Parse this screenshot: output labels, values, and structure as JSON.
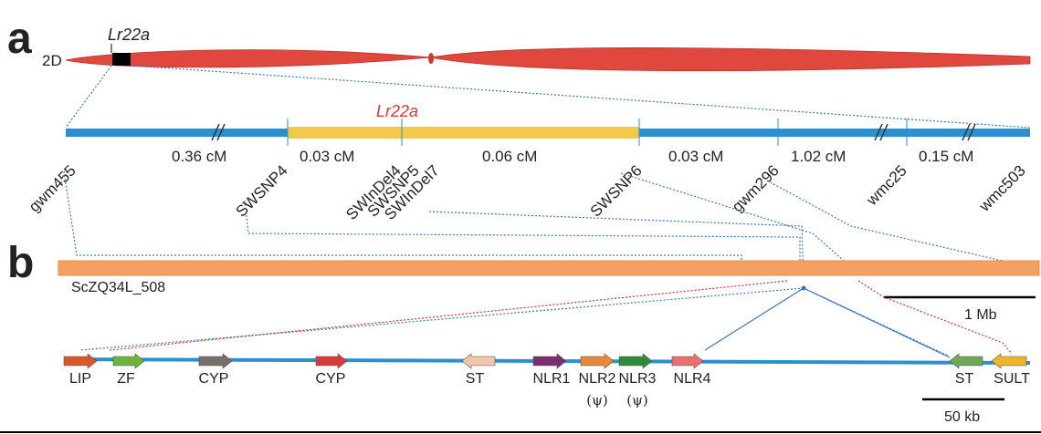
{
  "panel_a": {
    "letter": "a",
    "chromosome_label": "2D",
    "gene_label": "Lr22a",
    "map_gene_label": "Lr22a",
    "intervals": [
      "0.36 cM",
      "0.03 cM",
      "0.06 cM",
      "0.03 cM",
      "1.02 cM",
      "0.15 cM"
    ],
    "markers": [
      "gwm455",
      "SWSNP4",
      "SWInDel4",
      "SWSNP5",
      "SWInDel7",
      "SWSNP6",
      "gwm296",
      "wmc25",
      "wmc503"
    ]
  },
  "panel_b": {
    "letter": "b",
    "contig_label": "ScZQ34L_508",
    "scale_1": "1 Mb",
    "scale_2": "50 kb",
    "genes": [
      {
        "label": "LIP",
        "sub": "",
        "color": "#d9582a",
        "dir": "right"
      },
      {
        "label": "ZF",
        "sub": "",
        "color": "#6fb43a",
        "dir": "right"
      },
      {
        "label": "CYP",
        "sub": "",
        "color": "#7a6e68",
        "dir": "right"
      },
      {
        "label": "CYP",
        "sub": "",
        "color": "#d83a3a",
        "dir": "right"
      },
      {
        "label": "ST",
        "sub": "",
        "color": "#f4c4a8",
        "dir": "left"
      },
      {
        "label": "NLR1",
        "sub": "",
        "color": "#7a2e6e",
        "dir": "right"
      },
      {
        "label": "NLR2",
        "sub": "(ψ)",
        "color": "#e8873a",
        "dir": "right"
      },
      {
        "label": "NLR3",
        "sub": "(ψ)",
        "color": "#2e8a3a",
        "dir": "right"
      },
      {
        "label": "NLR4",
        "sub": "",
        "color": "#ec7070",
        "dir": "right"
      },
      {
        "label": "ST",
        "sub": "",
        "color": "#6fa858",
        "dir": "left"
      },
      {
        "label": "SULT",
        "sub": "",
        "color": "#f0b428",
        "dir": "left"
      }
    ]
  },
  "colors": {
    "chromosome": "#e0483e",
    "map_blue": "#2b8fd0",
    "map_yellow": "#f4c84a",
    "gene_red": "#e0353a",
    "contig": "#f4a060",
    "dotted_blue": "#3a78c0",
    "dotted_red": "#e03030"
  }
}
